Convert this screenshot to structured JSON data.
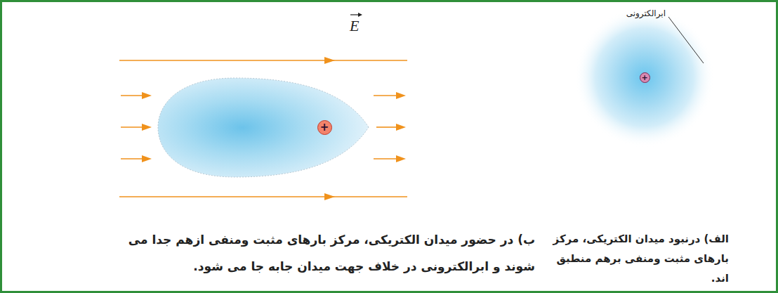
{
  "diagram": {
    "nodes": [
      {
        "text": [
          "+"
        ]
      },
      {
        "text": [
          "+"
        ]
      }
    ],
    "labels": [
      "ابرالکترونی",
      "الف) درنبود میدان الکتریکی، مرکز بارهای مثبت ومنفی برهم منطبق اند.",
      "E",
      "ب) در حضور میدان الکتریکی، مرکز بارهای مثبت ومنفی ازهم جدا می شوند و ابرالکترونی در خلاف جهت میدان جابه جا می شود."
    ]
  }
}
